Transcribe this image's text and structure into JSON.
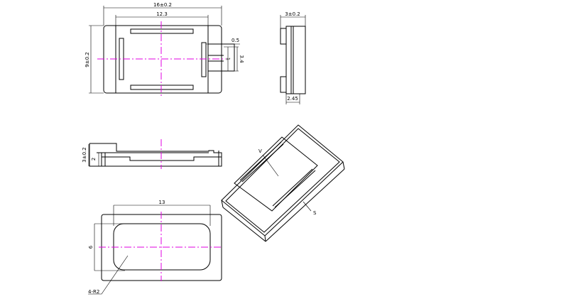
{
  "top_view": {
    "width_dim": "16±0.2",
    "inner_dim": "12.3",
    "height_dim": "9±0.2",
    "terminal_offset": "0.5",
    "terminal_width": "1",
    "terminal_span": "3.4"
  },
  "side_view": {
    "thickness_dim": "3±0.2",
    "inner_dim": "2.45"
  },
  "front_view": {
    "thickness_dim": "3±0.2",
    "step_dim": "2"
  },
  "bottom_view": {
    "length_dim": "13",
    "width_dim": "6",
    "radius_note": "4-R2"
  },
  "isometric_view": {
    "label_a": "V",
    "label_b": "S"
  },
  "colors": {
    "centerline": "#e000e0",
    "line": "#000000"
  }
}
